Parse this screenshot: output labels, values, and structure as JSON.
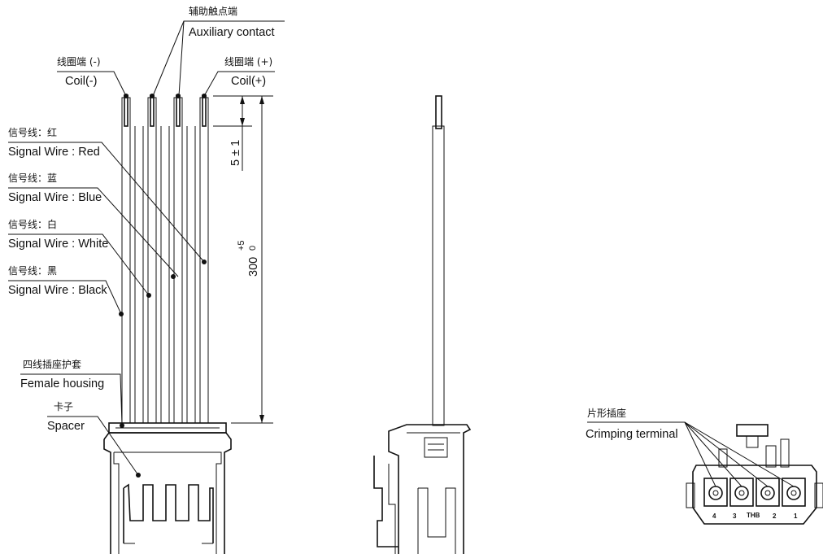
{
  "labels": {
    "aux_cn": "辅助触点端",
    "aux_en": "Auxiliary contact",
    "coil_neg_cn": "线圈端 (-)",
    "coil_neg_en": "Coil(-)",
    "coil_pos_cn": "线圈端 (+)",
    "coil_pos_en": "Coil(+)",
    "red_cn": "信号线：红",
    "red_en": "Signal Wire : Red",
    "blue_cn": "信号线：蓝",
    "blue_en": "Signal Wire : Blue",
    "white_cn": "信号线：白",
    "white_en": "Signal Wire : White",
    "black_cn": "信号线：黑",
    "black_en": "Signal Wire : Black",
    "housing_cn": "四线插座护套",
    "housing_en": "Female housing",
    "spacer_cn": "卡子",
    "spacer_en": "Spacer",
    "crimp_cn": "片形插座",
    "crimp_en": "Crimping terminal"
  },
  "dimensions": {
    "strip": "5 ± 1",
    "length": "300",
    "tol_plus": "+5",
    "tol_minus": "0"
  },
  "terminal_marks": [
    "4",
    "3",
    "THB",
    "2",
    "1"
  ]
}
